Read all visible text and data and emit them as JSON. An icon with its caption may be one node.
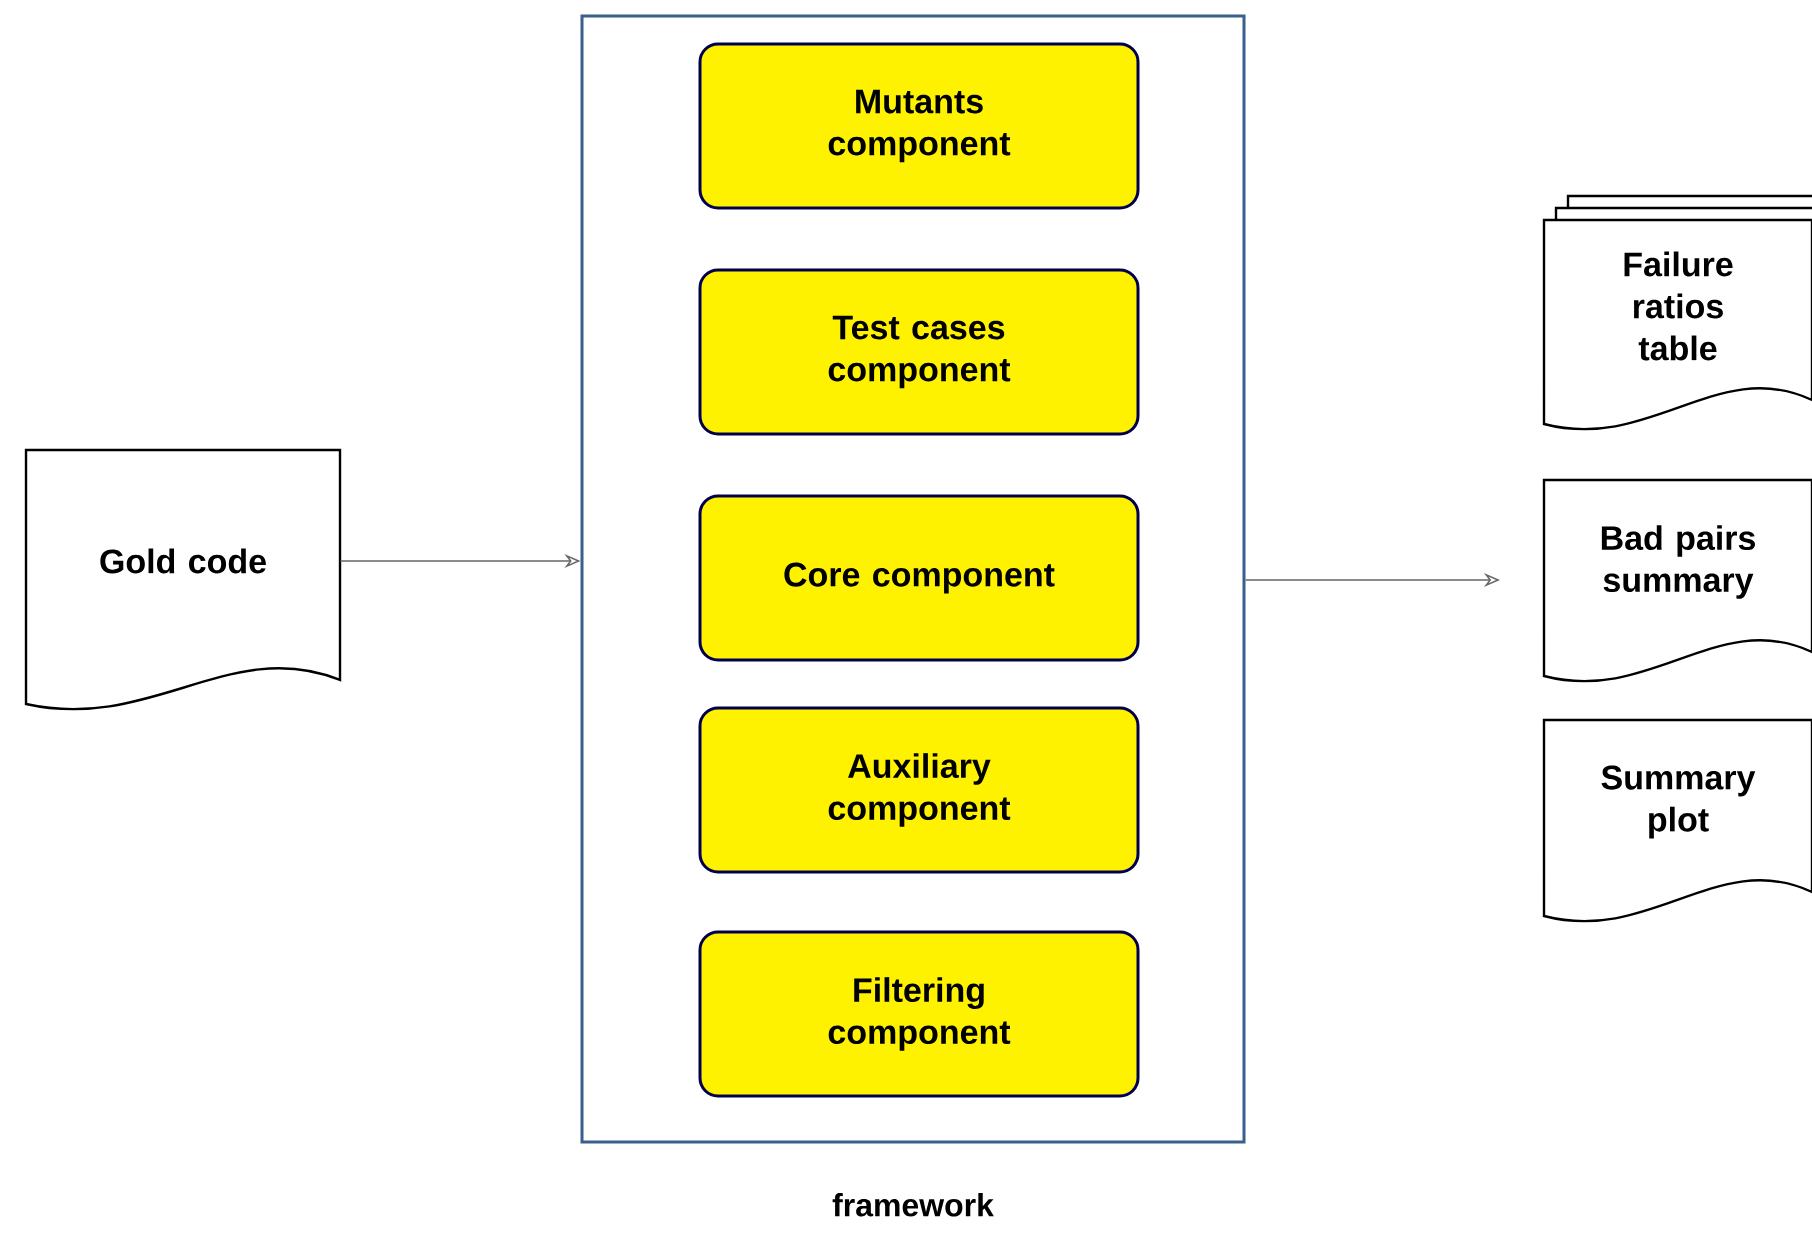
{
  "diagram": {
    "nodes": [
      {
        "text": [
          "Gold code"
        ]
      },
      {
        "text": [
          "framework"
        ]
      },
      {
        "text": [
          "Mutants component"
        ],
        "in": 1
      },
      {
        "text": [
          "Test cases component"
        ],
        "in": 1
      },
      {
        "text": [
          "Core component"
        ],
        "in": 1
      },
      {
        "text": [
          "Auxiliary component"
        ],
        "in": 1
      },
      {
        "text": [
          "Filtering component"
        ],
        "in": 1
      },
      {
        "text": [
          "Failure ratios table"
        ]
      },
      {
        "text": [
          "Bad pairs summary"
        ]
      },
      {
        "text": [
          "Summary plot"
        ]
      }
    ],
    "edges": [
      {
        "from": 0,
        "to": 1,
        "arrow": "to"
      },
      {
        "from": 1,
        "to": null,
        "arrow": "to"
      }
    ]
  }
}
